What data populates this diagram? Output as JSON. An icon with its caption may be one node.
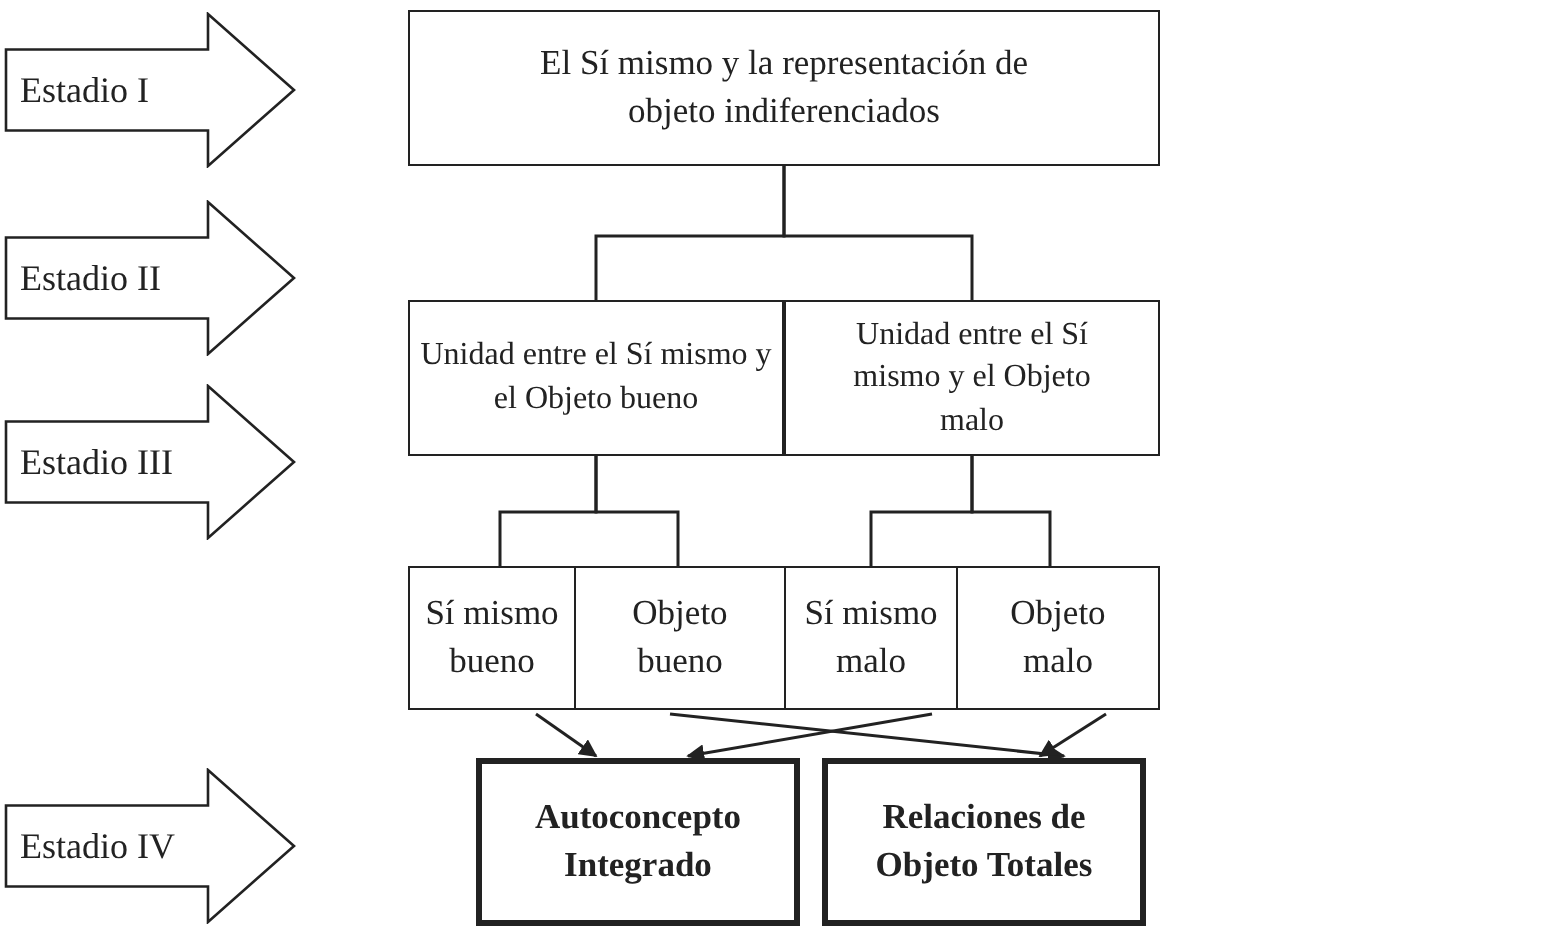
{
  "diagram": {
    "nodes": [
      {
        "text": [
          "Estadio I"
        ]
      },
      {
        "text": [
          "El Sí mismo y la representación de objeto indiferenciados"
        ]
      },
      {
        "text": [
          "Estadio II"
        ]
      },
      {
        "text": [
          "Unidad entre el Sí mismo y el Objeto bueno"
        ]
      },
      {
        "text": [
          "Unidad entre el Sí mismo y el Objeto malo"
        ]
      },
      {
        "text": [
          "Estadio III"
        ]
      },
      {
        "text": [
          "Sí mismo bueno"
        ]
      },
      {
        "text": [
          "Objeto bueno"
        ]
      },
      {
        "text": [
          "Sí mismo malo"
        ]
      },
      {
        "text": [
          "Objeto malo"
        ]
      },
      {
        "text": [
          "Estadio IV"
        ]
      },
      {
        "text": [
          "Autoconcepto Integrado"
        ]
      },
      {
        "text": [
          "Relaciones de Objeto Totales"
        ]
      }
    ],
    "edges": [
      {
        "from": 1,
        "to": 3,
        "arrow": "none"
      },
      {
        "from": 1,
        "to": 4,
        "arrow": "none"
      },
      {
        "from": 3,
        "to": 6,
        "arrow": "none"
      },
      {
        "from": 3,
        "to": 7,
        "arrow": "none"
      },
      {
        "from": 4,
        "to": 8,
        "arrow": "none"
      },
      {
        "from": 4,
        "to": 9,
        "arrow": "none"
      },
      {
        "from": 6,
        "to": 11,
        "arrow": "to"
      },
      {
        "from": 7,
        "to": 12,
        "arrow": "to"
      },
      {
        "from": 8,
        "to": 11,
        "arrow": "to"
      },
      {
        "from": 9,
        "to": 12,
        "arrow": "to"
      }
    ]
  }
}
